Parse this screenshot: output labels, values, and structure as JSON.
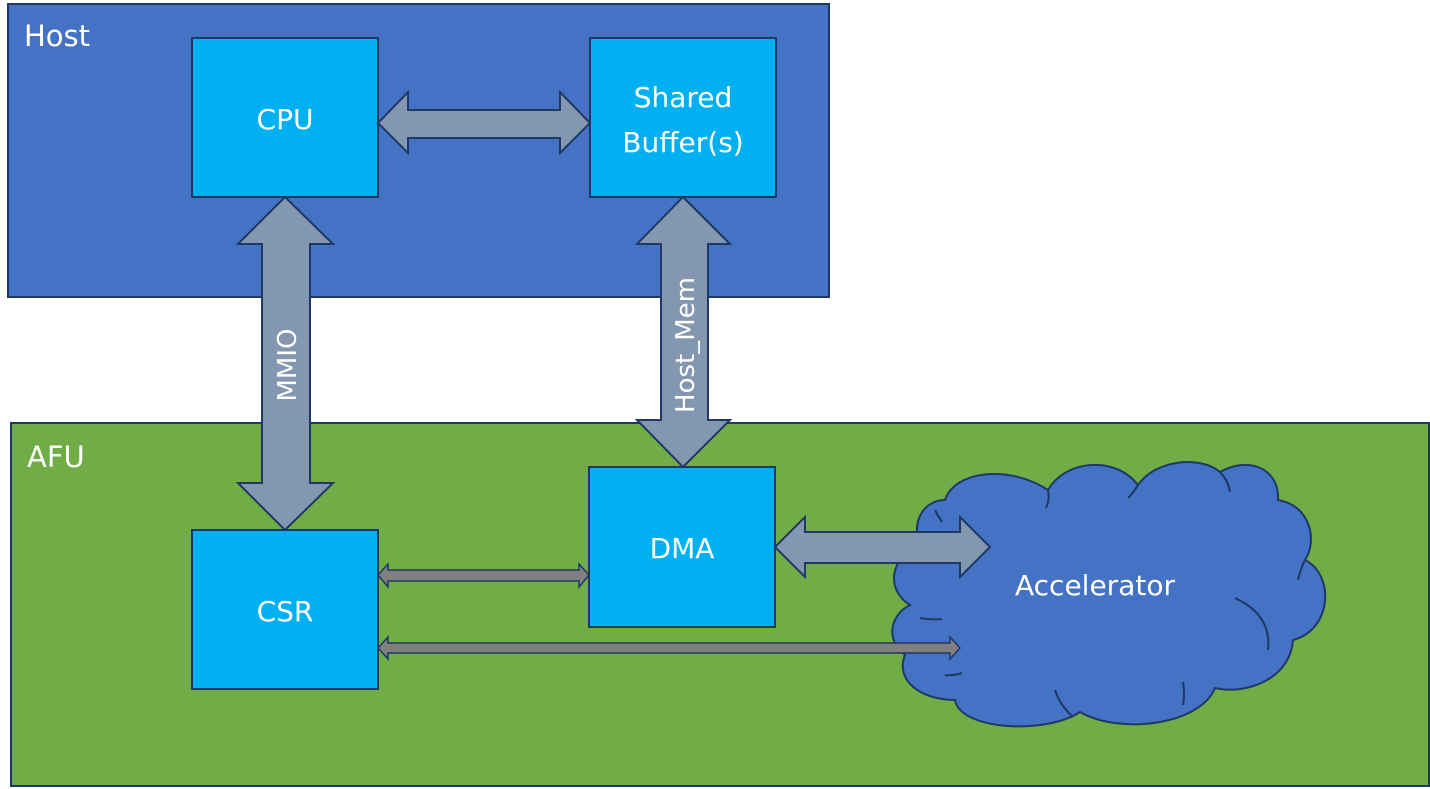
{
  "colors": {
    "host_fill": "#4472C4",
    "afu_fill": "#70AD47",
    "block_fill": "#00B0F0",
    "outline": "#1F3864",
    "big_arrow_fill": "#8497B0",
    "thin_arrow_fill": "#808080",
    "cloud_fill": "#4472C4",
    "text": "#FFFFFF"
  },
  "regions": {
    "host": {
      "label": "Host"
    },
    "afu": {
      "label": "AFU"
    }
  },
  "blocks": {
    "cpu": {
      "label": "CPU"
    },
    "shared_buffers": {
      "line1": "Shared",
      "line2": "Buffer(s)"
    },
    "csr": {
      "label": "CSR"
    },
    "dma": {
      "label": "DMA"
    },
    "accelerator": {
      "label": "Accelerator"
    }
  },
  "connections": {
    "mmio": {
      "label": "MMIO",
      "from": "CPU",
      "to": "CSR",
      "direction": "bidirectional"
    },
    "host_mem": {
      "label": "Host_Mem",
      "from": "Shared Buffer(s)",
      "to": "DMA",
      "direction": "bidirectional"
    },
    "cpu_shared": {
      "label": "",
      "from": "CPU",
      "to": "Shared Buffer(s)",
      "direction": "bidirectional"
    },
    "csr_dma": {
      "label": "",
      "from": "CSR",
      "to": "DMA",
      "direction": "bidirectional"
    },
    "csr_accel": {
      "label": "",
      "from": "CSR",
      "to": "Accelerator",
      "direction": "bidirectional"
    },
    "dma_accel": {
      "label": "",
      "from": "DMA",
      "to": "Accelerator",
      "direction": "bidirectional"
    }
  }
}
